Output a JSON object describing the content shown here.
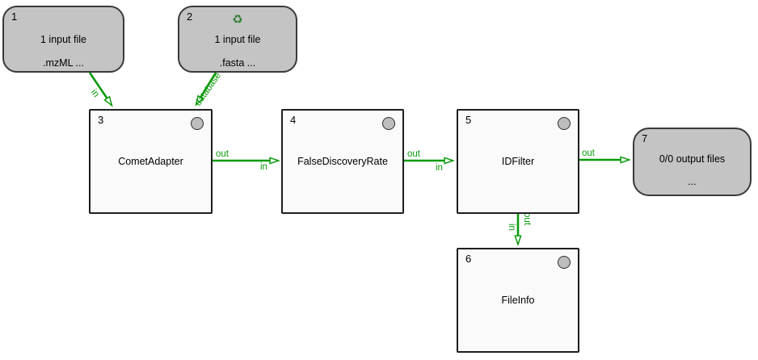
{
  "app": {
    "view": "workflow-canvas"
  },
  "colors": {
    "background": "#ffffff",
    "edge_green": "#0a9a0a",
    "io_node_fill": "#c4c4c4",
    "tool_node_fill": "#fafafa",
    "node_border": "#1e1e1e",
    "status_circle_fill": "#bdbdbd",
    "recycle_icon_green": "#2e7d32"
  },
  "icons": {
    "recycle": "♻"
  },
  "nodes": [
    {
      "number": "1",
      "type": "input",
      "title": "1 input file",
      "subtitle": ".mzML ..."
    },
    {
      "number": "2",
      "type": "input",
      "title": "1 input file",
      "subtitle": ".fasta ...",
      "icon": "recycle-icon"
    },
    {
      "number": "3",
      "type": "tool",
      "title": "CometAdapter"
    },
    {
      "number": "4",
      "type": "tool",
      "title": "FalseDiscoveryRate"
    },
    {
      "number": "5",
      "type": "tool",
      "title": "IDFilter"
    },
    {
      "number": "6",
      "type": "tool",
      "title": "FileInfo"
    },
    {
      "number": "7",
      "type": "output",
      "title": "0/0 output files",
      "subtitle": "..."
    }
  ],
  "edges": [
    {
      "from": "1",
      "to": "3",
      "labels": [
        "in"
      ]
    },
    {
      "from": "2",
      "to": "3",
      "labels": [
        "database"
      ]
    },
    {
      "from": "3",
      "to": "4",
      "labels": [
        "out",
        "in"
      ]
    },
    {
      "from": "4",
      "to": "5",
      "labels": [
        "out",
        "in"
      ]
    },
    {
      "from": "5",
      "to": "7",
      "labels": [
        "out"
      ]
    },
    {
      "from": "5",
      "to": "6",
      "labels": [
        "out",
        "in"
      ]
    }
  ]
}
